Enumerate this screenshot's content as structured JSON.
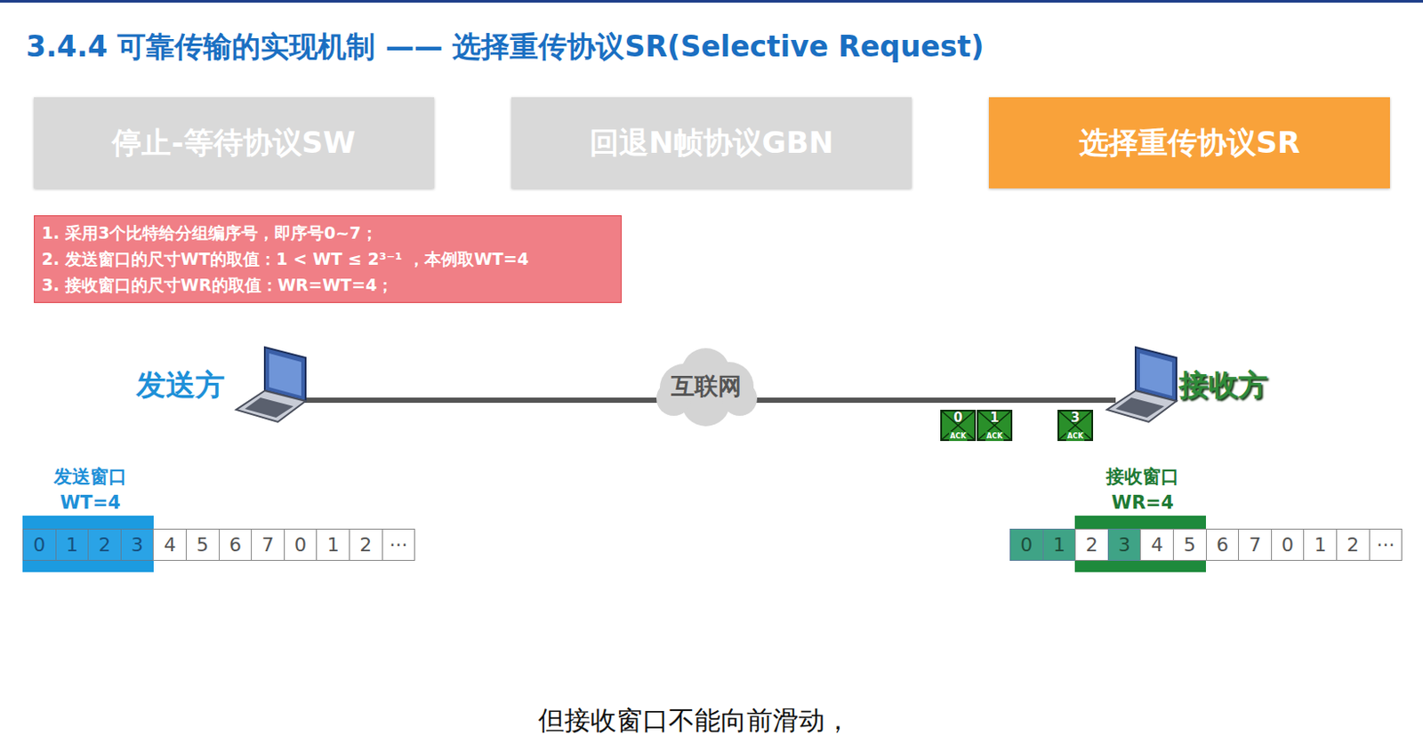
{
  "diagram": {
    "title": "3.4.4 可靠传输的实现机制 —— 选择重传协议SR(Selective Request)",
    "caption": "但接收窗口不能向前滑动，",
    "nodes": [
      {
        "text": [
          "停止-等待协议SW"
        ]
      },
      {
        "text": [
          "回退N帧协议GBN"
        ]
      },
      {
        "text": [
          "选择重传协议SR"
        ]
      },
      {
        "text": [
          "1. 采用3个比特给分组编序号，即序号0~7；",
          "2. 发送窗口的尺寸WT的取值：1 < WT ≤ 2³⁻¹ ，本例取WT=4",
          "3. 接收窗口的尺寸WR的取值：WR=WT=4；"
        ]
      },
      {
        "text": [
          "互联网"
        ]
      },
      {
        "text": [
          "0",
          "ACK"
        ]
      },
      {
        "text": [
          "1",
          "ACK"
        ]
      },
      {
        "text": [
          "3",
          "ACK"
        ]
      }
    ],
    "labels": [
      "发送方",
      "接收方",
      "发送窗口",
      "WT=4",
      "0",
      "1",
      "2",
      "3",
      "4",
      "5",
      "6",
      "7",
      "0",
      "1",
      "2",
      "···",
      "接收窗口",
      "WR=4",
      "0",
      "1",
      "2",
      "3",
      "4",
      "5",
      "6",
      "7",
      "0",
      "1",
      "2",
      "···"
    ]
  }
}
